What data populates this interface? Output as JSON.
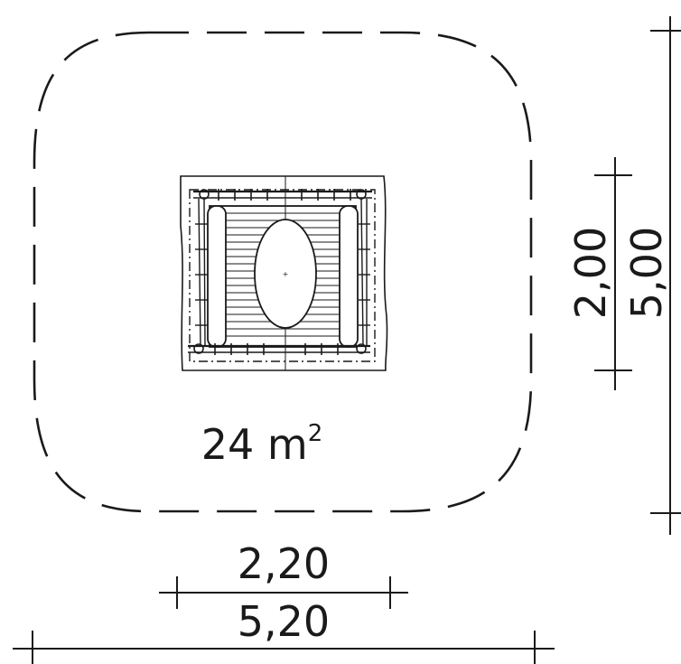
{
  "area": {
    "value": "24 m",
    "sup": "2"
  },
  "dimensions": {
    "inner_width": "2,20",
    "outer_width": "5,20",
    "inner_depth": "2,00",
    "outer_depth": "5,00"
  },
  "colors": {
    "line": "#1a1a1a",
    "background": "#ffffff"
  }
}
